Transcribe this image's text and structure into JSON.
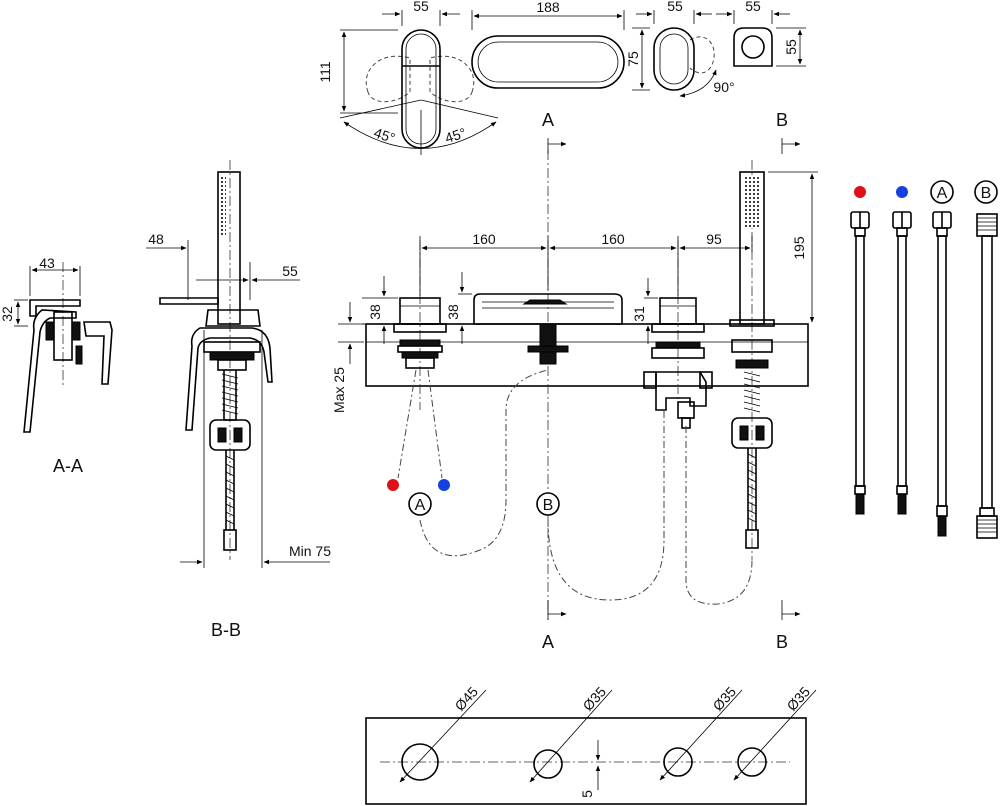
{
  "colors": {
    "hot": "#e0101a",
    "cold": "#1540e0",
    "line": "#000000",
    "background": "#ffffff"
  },
  "top_views": {
    "lever_width": "55",
    "lever_height": "111",
    "lever_angle_left": "45°",
    "lever_angle_right": "45°",
    "spout_width": "188",
    "handle_width": "55",
    "handle_height": "75",
    "handle_angle": "90°",
    "nozzle_width": "55",
    "nozzle_height": "55"
  },
  "section_aa": {
    "title": "A-A",
    "width": "43",
    "height": "32"
  },
  "section_bb": {
    "title": "B-B",
    "offset_left": "48",
    "width": "55",
    "min_clearance": "Min 75"
  },
  "front_view": {
    "spacing_1": "160",
    "spacing_2": "160",
    "spacing_3": "95",
    "shower_height": "195",
    "lever_height": "38",
    "spout_height": "38",
    "handle_height": "31",
    "max_thickness": "Max 25",
    "cut_a_top": "A",
    "cut_b_top": "B",
    "cut_a_bottom": "A",
    "cut_b_bottom": "B",
    "label_a": "A",
    "label_b": "B"
  },
  "hoses": {
    "label_a": "A",
    "label_b": "B"
  },
  "hole_template": {
    "hole_1": "Ø45",
    "hole_2": "Ø35",
    "hole_3": "Ø35",
    "hole_4": "Ø35",
    "offset": "5"
  }
}
